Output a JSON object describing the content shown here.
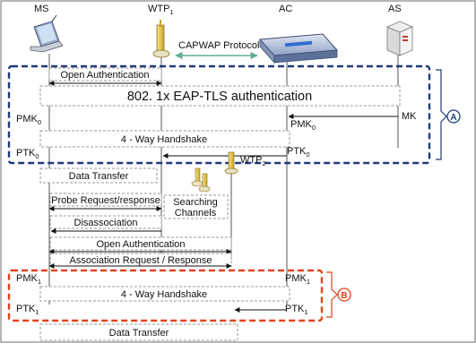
{
  "entities": {
    "ms": "MS",
    "wtp1": "WTP",
    "wtp1_sub": "1",
    "ac": "AC",
    "as": "AS",
    "wtp2": "WTP",
    "wtp2_sub": "2"
  },
  "link_label": "CAPWAP Protocol",
  "group_a": {
    "badge": "A",
    "color": "#1f3a7a",
    "steps": {
      "open_auth": "Open Authentication",
      "eap": "802. 1x EAP-TLS authentication",
      "pmk_left": "PMK",
      "pmk_left_sub": "0",
      "pmk_right": "PMK",
      "pmk_right_sub": "0",
      "mk": "MK",
      "handshake": "4 - Way Handshake",
      "ptk_left": "PTK",
      "ptk_left_sub": "0",
      "ptk_right": "PTK",
      "ptk_right_sub": "0"
    }
  },
  "middle": {
    "data_transfer": "Data Transfer",
    "probe": "Probe Request/response",
    "searching_1": "Searching",
    "searching_2": "Channels",
    "disassociation": "Disassociation",
    "open_auth": "Open Authentication",
    "assoc": "Association Request / Response"
  },
  "group_b": {
    "badge": "B",
    "color": "#e0431d",
    "steps": {
      "pmk_left": "PMK",
      "pmk_left_sub": "1",
      "pmk_right": "PMK",
      "pmk_right_sub": "1",
      "handshake": "4 - Way Handshake",
      "ptk_left": "PTK",
      "ptk_left_sub": "1",
      "ptk_right": "PTK",
      "ptk_right_sub": "1",
      "data_transfer": "Data Transfer"
    }
  }
}
